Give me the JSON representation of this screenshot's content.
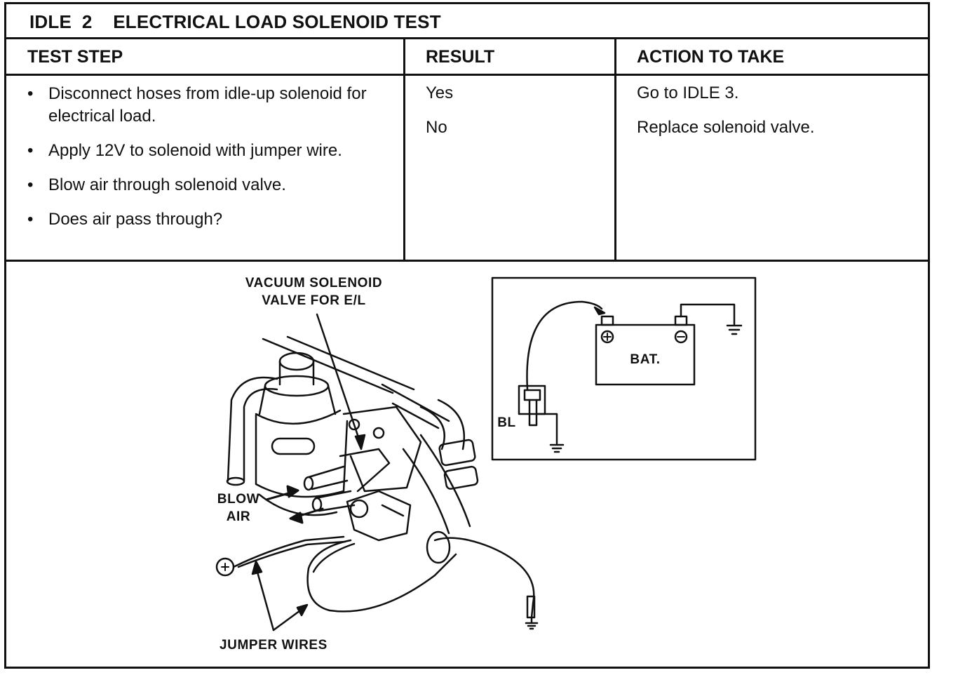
{
  "title": "IDLE  2    ELECTRICAL LOAD SOLENOID TEST",
  "headers": {
    "step": "TEST STEP",
    "result": "RESULT",
    "action": "ACTION TO TAKE"
  },
  "steps": [
    "Disconnect hoses from idle-up solenoid for electrical load.",
    "Apply 12V to solenoid with jumper wire.",
    "Blow air through solenoid valve.",
    "Does air pass through?"
  ],
  "results": [
    "Yes",
    "No"
  ],
  "actions": [
    "Go to IDLE 3.",
    "Replace solenoid valve."
  ],
  "figure": {
    "valve_label": "VACUUM SOLENOID VALVE FOR E/L",
    "blow_air_label": "BLOW AIR",
    "jumper_label": "JUMPER WIRES",
    "battery_label": "BAT.",
    "connector_label": "BL"
  }
}
